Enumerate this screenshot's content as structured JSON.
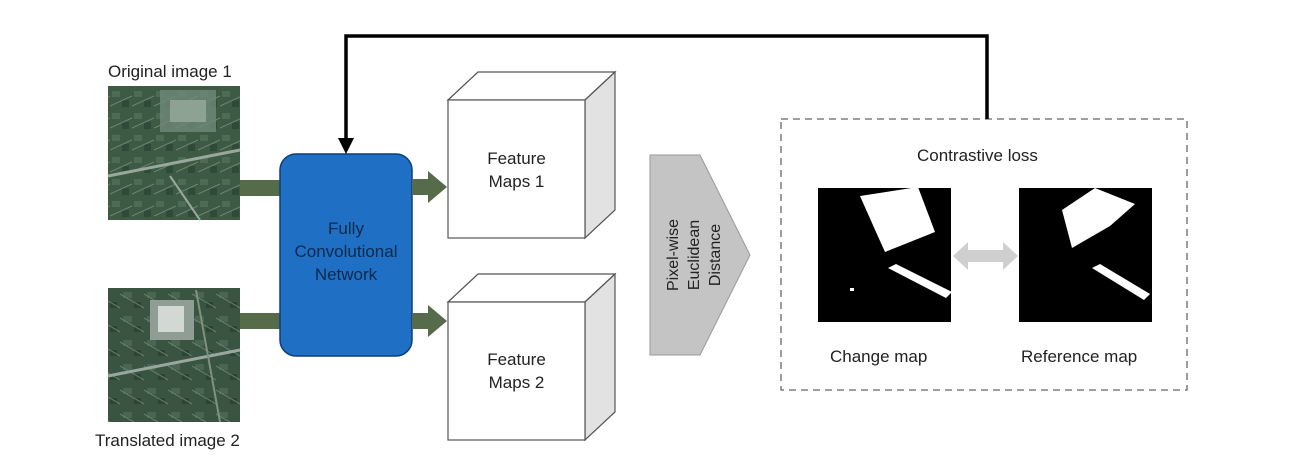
{
  "inputs": {
    "image1_label": "Original image 1",
    "image2_label": "Translated image 2"
  },
  "network": {
    "line1": "Fully",
    "line2": "Convolutional",
    "line3": "Network"
  },
  "features": {
    "fm1_line1": "Feature",
    "fm1_line2": "Maps 1",
    "fm2_line1": "Feature",
    "fm2_line2": "Maps 2"
  },
  "distance": {
    "line1": "Pixel-wise",
    "line2": "Euclidean",
    "line3": "Distance"
  },
  "loss": {
    "title": "Contrastive loss",
    "change_label": "Change map",
    "reference_label": "Reference map"
  },
  "colors": {
    "network_fill": "#1f6fc5",
    "network_border": "#0d3f7a",
    "arrow_green": "#556b4a",
    "distance_fill": "#c4c4c4",
    "double_arrow": "#cfcfcf"
  }
}
